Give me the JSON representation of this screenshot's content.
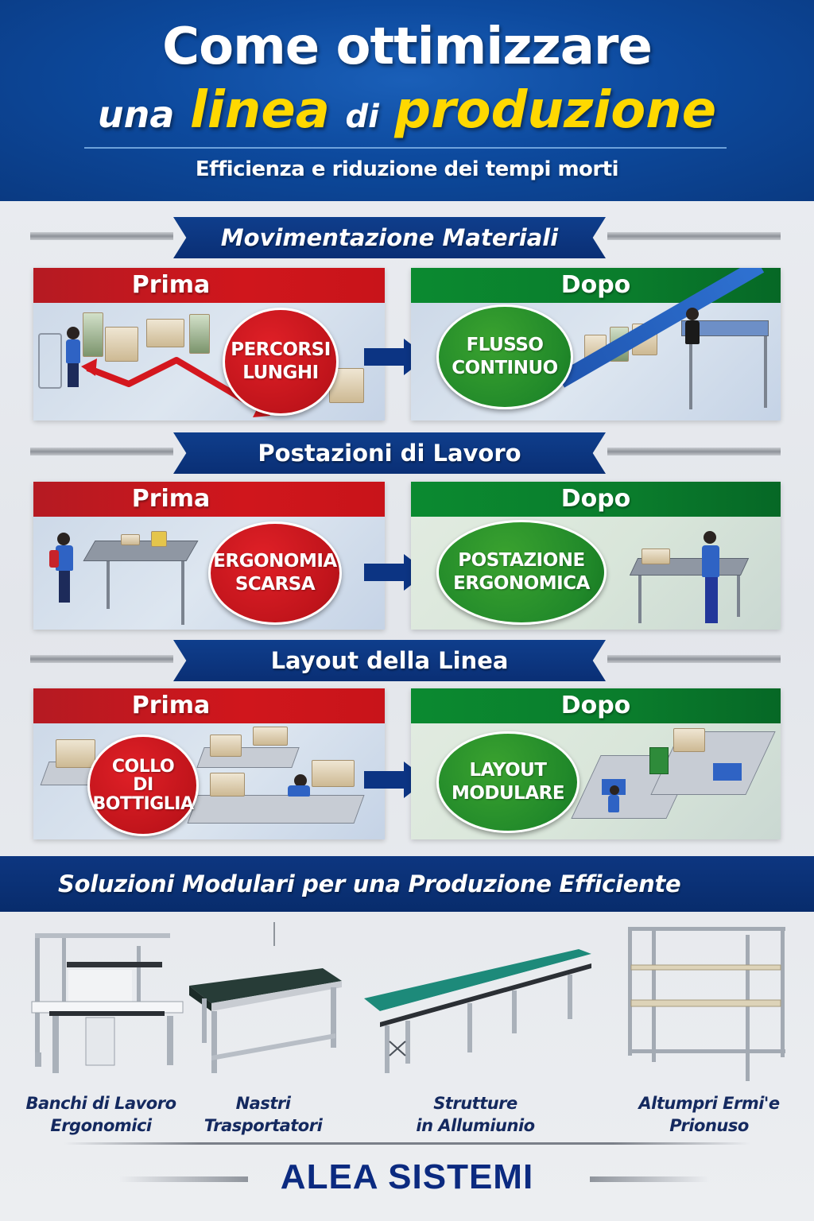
{
  "header": {
    "title_line1": "Come ottimizzare",
    "title_line2": {
      "w1": "una",
      "w2": "linea",
      "w3": "di",
      "w4": "produzione"
    },
    "subtitle": "Efficienza e riduzione dei tempi morti"
  },
  "colors": {
    "header_blue": "#0d4a9e",
    "banner_blue": "#0a2f75",
    "accent_yellow": "#ffd800",
    "prima_red": "#d0161c",
    "dopo_green": "#0a7c2c",
    "brand_navy": "#0b2a80"
  },
  "sections": [
    {
      "title": "Movimentazione Materiali",
      "prima": {
        "label": "Prima",
        "badge_line1": "PERCORSI",
        "badge_line2": "LUNGHI"
      },
      "dopo": {
        "label": "Dopo",
        "badge_line1": "FLUSSO",
        "badge_line2": "CONTINUO"
      }
    },
    {
      "title": "Postazioni di Lavoro",
      "prima": {
        "label": "Prima",
        "badge_line1": "ERGONOMIA",
        "badge_line2": "SCARSA"
      },
      "dopo": {
        "label": "Dopo",
        "badge_line1": "POSTAZIONE",
        "badge_line2": "ERGONOMICA"
      }
    },
    {
      "title": "Layout della Linea",
      "prima": {
        "label": "Prima",
        "badge_line1": "COLLO",
        "badge_line2": "DI",
        "badge_line3": "BOTTIGLIA"
      },
      "dopo": {
        "label": "Dopo",
        "badge_line1": "LAYOUT",
        "badge_line2": "MODULARE"
      }
    }
  ],
  "solutions": {
    "title": "Soluzioni Modulari per una Produzione Efficiente",
    "products": [
      {
        "line1": "Banchi di Lavoro",
        "line2": "Ergonomici",
        "icon": "workbench-icon"
      },
      {
        "line1": "Nastri",
        "line2": "Trasportatori",
        "icon": "conveyor-icon"
      },
      {
        "line1": "Strutture",
        "line2": "in Allumiunio",
        "icon": "long-conveyor-icon"
      },
      {
        "line1": "Altumpri Ermi'e",
        "line2": "Prionuso",
        "icon": "aluminum-frame-icon"
      }
    ]
  },
  "footer": {
    "brand": "ALEA SISTEMI"
  }
}
